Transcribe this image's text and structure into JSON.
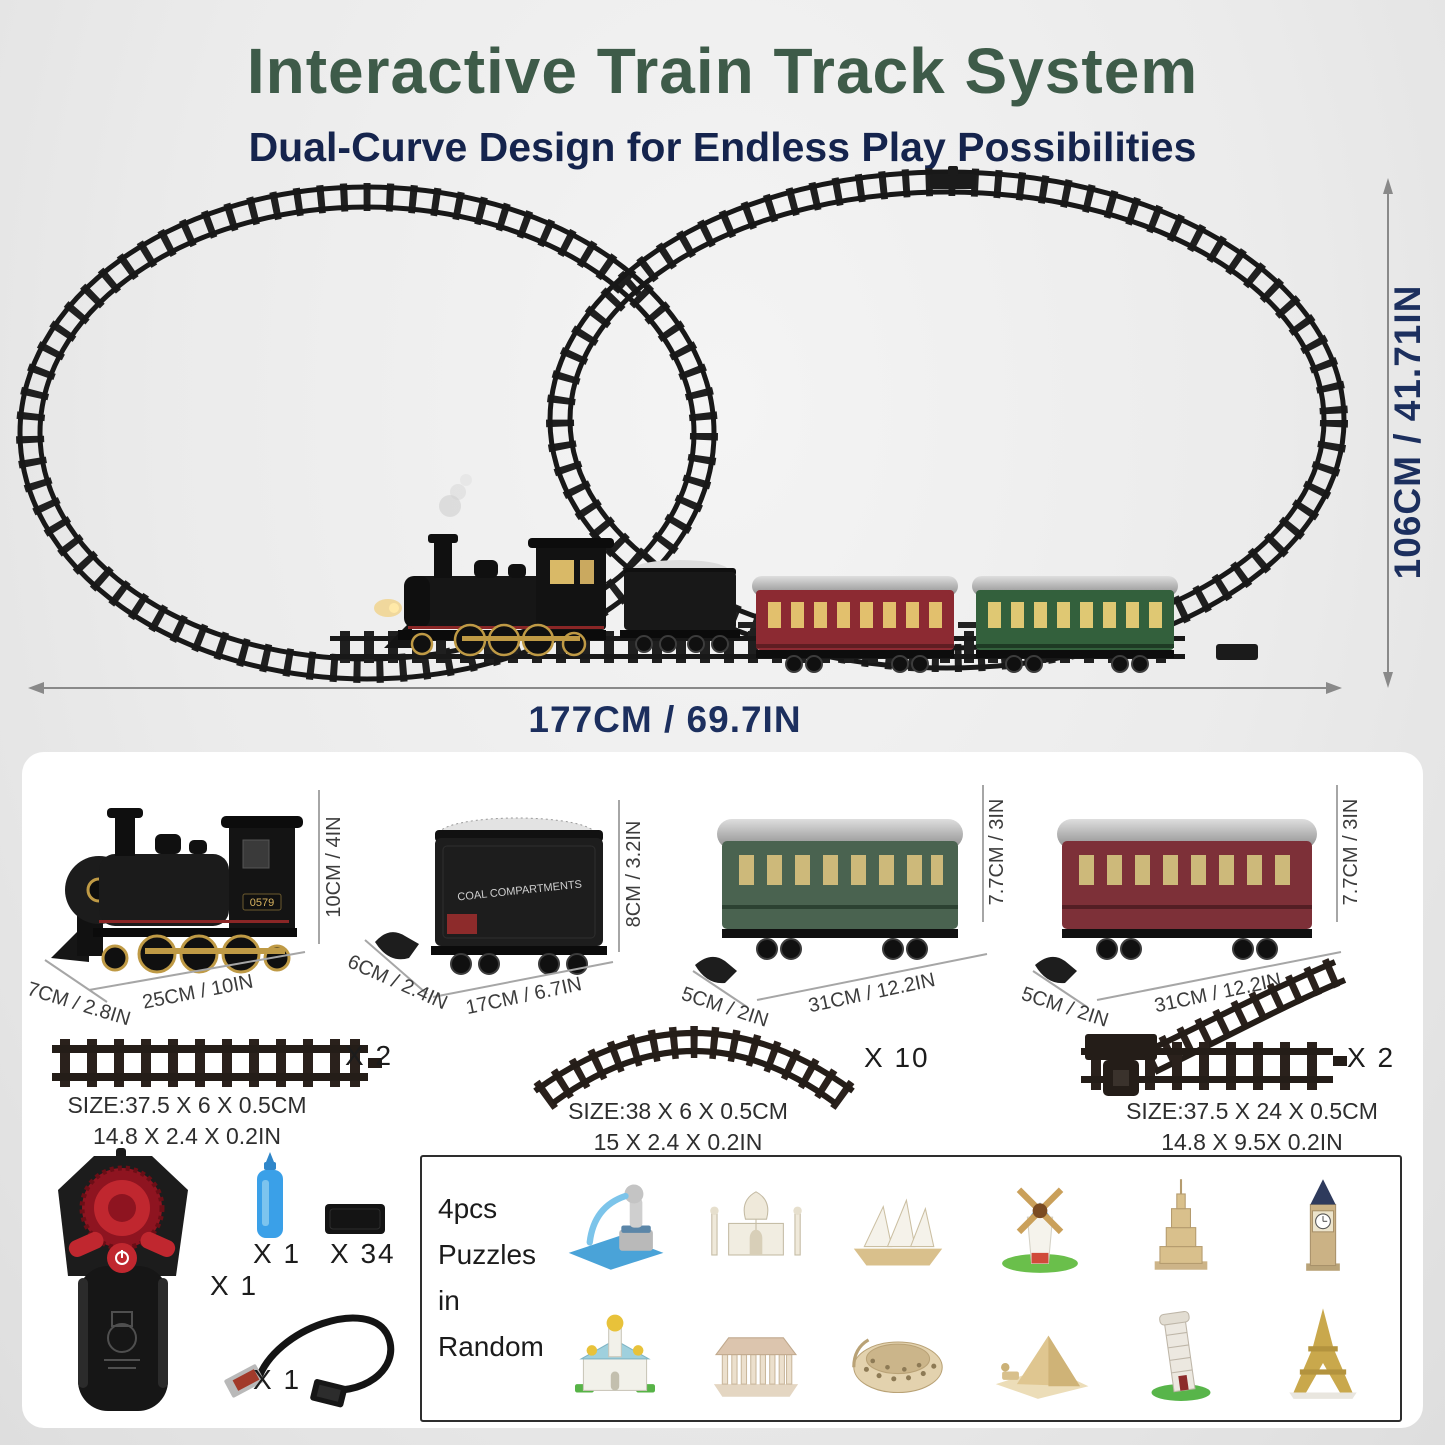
{
  "header": {
    "title": "Interactive Train Track System",
    "subtitle": "Dual-Curve Design for Endless Play Possibilities"
  },
  "layout_dims": {
    "height": "106CM / 41.71IN",
    "width": "177CM / 69.7IN"
  },
  "components": {
    "locomotive": {
      "cab_number": "0579",
      "height": "10CM / 4IN",
      "length": "25CM / 10IN",
      "width": "7CM / 2.8IN"
    },
    "tender": {
      "side_text": "COAL COMPARTMENTS",
      "height": "8CM / 3.2IN",
      "length": "17CM / 6.7IN",
      "width": "6CM / 2.4IN"
    },
    "green_car": {
      "height": "7.7CM / 3IN",
      "length": "31CM / 12.2IN",
      "width": "5CM / 2IN"
    },
    "red_car": {
      "height": "7.7CM / 3IN",
      "length": "31CM / 12.2IN",
      "width": "5CM / 2IN"
    }
  },
  "tracks": {
    "straight": {
      "qty": "X 2",
      "size_cm": "SIZE:37.5 X 6 X 0.5CM",
      "size_in": "14.8 X 2.4 X 0.2IN"
    },
    "curved": {
      "qty": "X 10",
      "size_cm": "SIZE:38 X 6 X 0.5CM",
      "size_in": "15 X 2.4 X 0.2IN"
    },
    "switch": {
      "qty": "X 2",
      "size_cm": "SIZE:37.5 X 24 X 0.5CM",
      "size_in": "14.8 X 9.5X 0.2IN"
    }
  },
  "accessories": {
    "remote_qty": "X 1",
    "bottle_qty": "X 1",
    "connectors_qty": "X 34",
    "cable_qty": "X 1"
  },
  "puzzles": {
    "lines": [
      "4pcs",
      "Puzzles",
      "in",
      "Random"
    ],
    "icons": [
      "merlion-fountain",
      "taj-mahal",
      "sydney-opera-house",
      "windmill",
      "empire-state-building",
      "big-ben",
      "cathedral",
      "parthenon",
      "colosseum",
      "pyramid-sphinx",
      "leaning-tower-pisa",
      "eiffel-tower"
    ]
  },
  "colors": {
    "title_green": "#3e5b49",
    "navy": "#1c2f5e",
    "track_black": "#241d18",
    "red_car": "#8c2a32",
    "green_car": "#33603c",
    "remote_red": "#b3242b",
    "bottle_blue": "#3aa0e8"
  }
}
